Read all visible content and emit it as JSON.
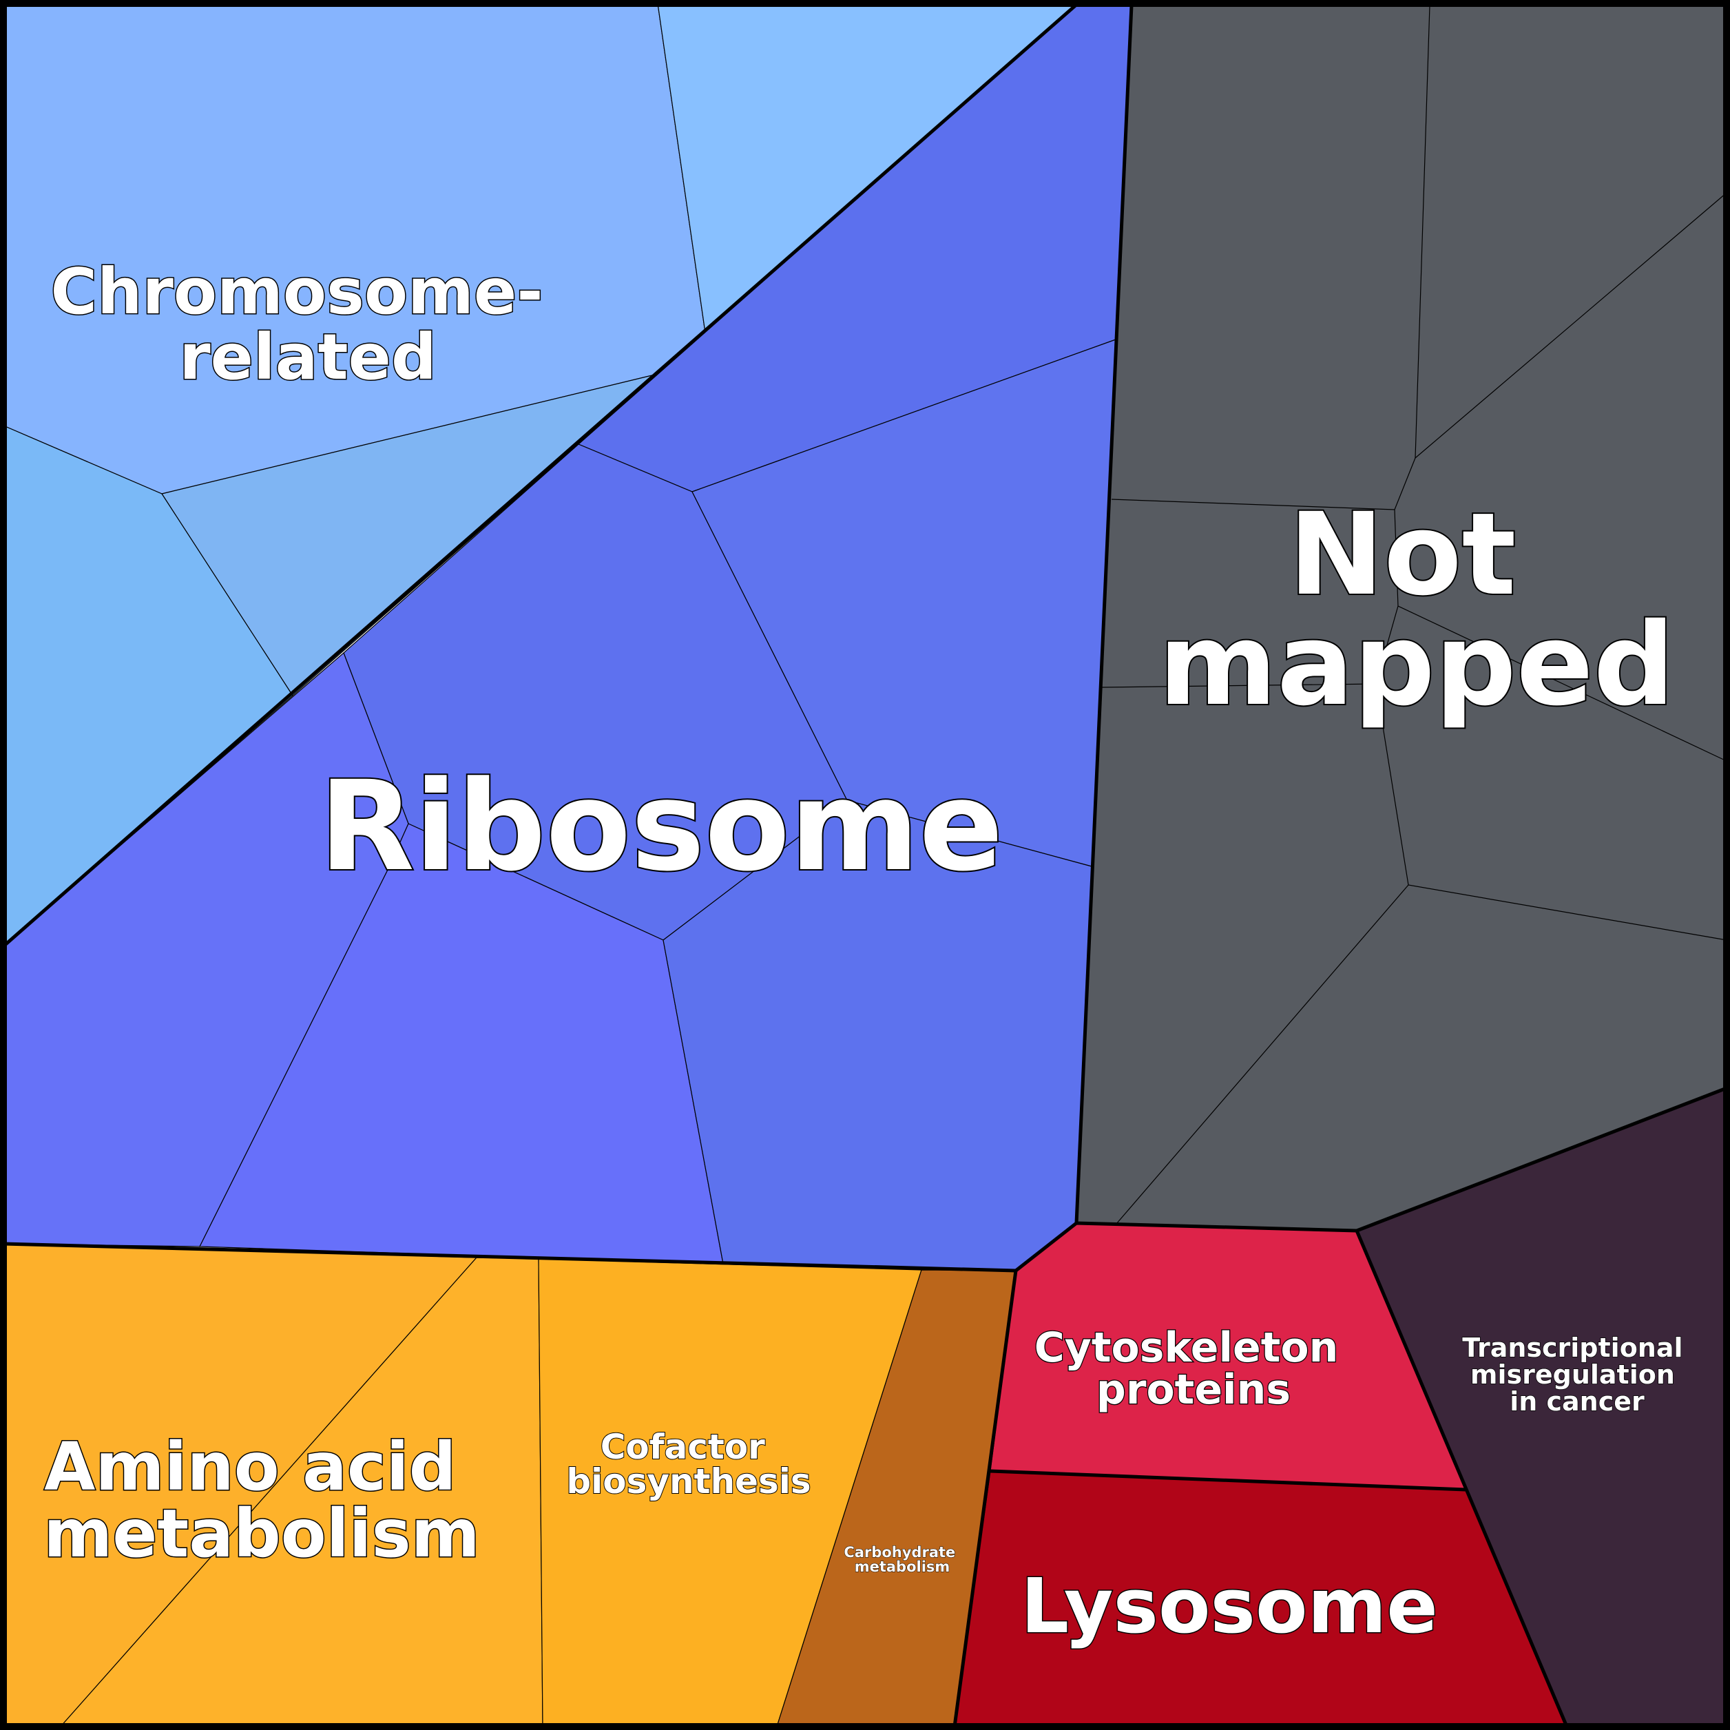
{
  "diagram": {
    "type": "voronoi-treemap",
    "categories": [
      {
        "id": "chromosome",
        "label_lines": [
          "Chromosome-",
          "related"
        ],
        "colors": [
          "#86b4fe",
          "#88c0ff",
          "#7fb5f3",
          "#7ab9f7"
        ]
      },
      {
        "id": "ribosome",
        "label_lines": [
          "Ribosome"
        ],
        "colors": [
          "#5c70ee",
          "#5e71ef",
          "#5f74ef",
          "#6672f8",
          "#6770fa",
          "#5d72ee"
        ]
      },
      {
        "id": "not-mapped",
        "label_lines": [
          "Not",
          "mapped"
        ],
        "colors": [
          "#575b61"
        ]
      },
      {
        "id": "amino-acid",
        "label_lines": [
          "Amino acid",
          "metabolism"
        ],
        "colors": [
          "#fdb02b",
          "#feb22a"
        ]
      },
      {
        "id": "cofactor",
        "label_lines": [
          "Cofactor",
          "biosynthesis"
        ],
        "colors": [
          "#fdb022"
        ]
      },
      {
        "id": "carbohydrate",
        "label_lines": [
          "Carbohydrate",
          "metabolism"
        ],
        "colors": [
          "#bb661b"
        ]
      },
      {
        "id": "cytoskeleton",
        "label_lines": [
          "Cytoskeleton",
          "proteins"
        ],
        "colors": [
          "#dd2349"
        ]
      },
      {
        "id": "lysosome",
        "label_lines": [
          "Lysosome"
        ],
        "colors": [
          "#b10518"
        ]
      },
      {
        "id": "transcriptional",
        "label_lines": [
          "Transcriptional",
          "misregulation",
          "in cancer"
        ],
        "colors": [
          "#3b263a"
        ]
      }
    ]
  }
}
